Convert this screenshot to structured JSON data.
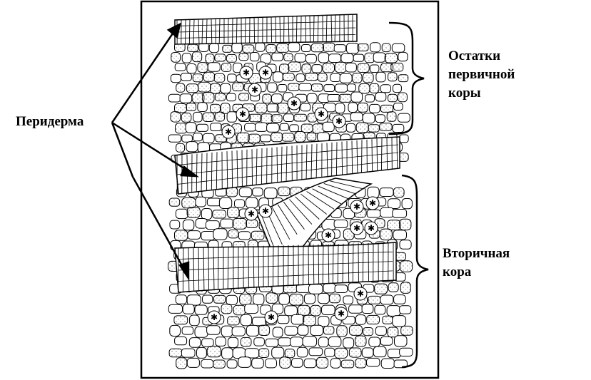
{
  "labels": {
    "periderm": "Перидерма",
    "primary_cortex": [
      "Остатки",
      "первичной",
      "коры"
    ],
    "secondary_cortex": [
      "Вторичная",
      "кора"
    ]
  },
  "colors": {
    "ink": "#000000",
    "paper": "#ffffff",
    "stipple": "#555555"
  }
}
